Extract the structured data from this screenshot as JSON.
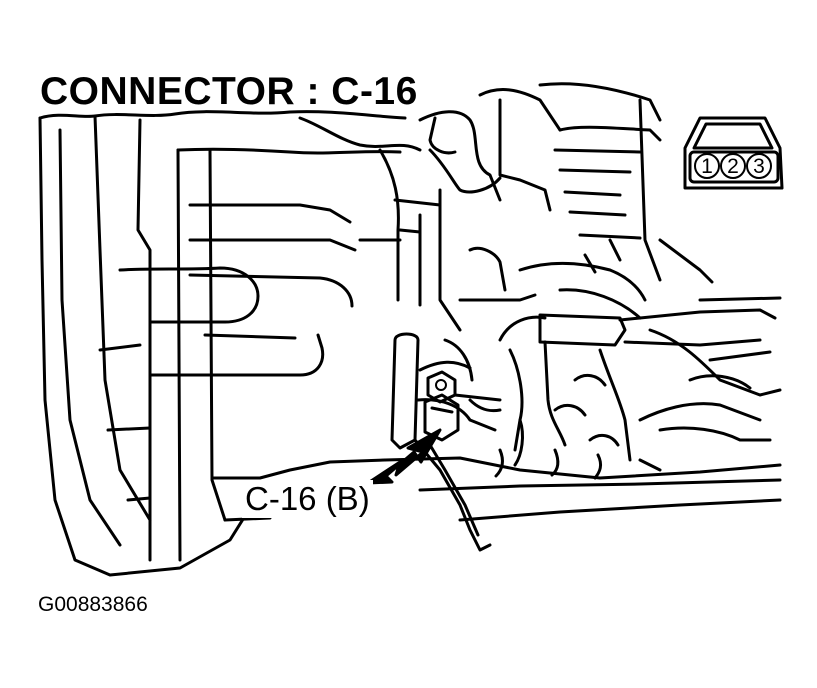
{
  "title": "CONNECTOR : C-16",
  "callout_label": "C-16 (B)",
  "figure_id": "G00883866",
  "connector_pins": [
    "1",
    "2",
    "3"
  ],
  "line_color": "#000000",
  "background_color": "#ffffff"
}
